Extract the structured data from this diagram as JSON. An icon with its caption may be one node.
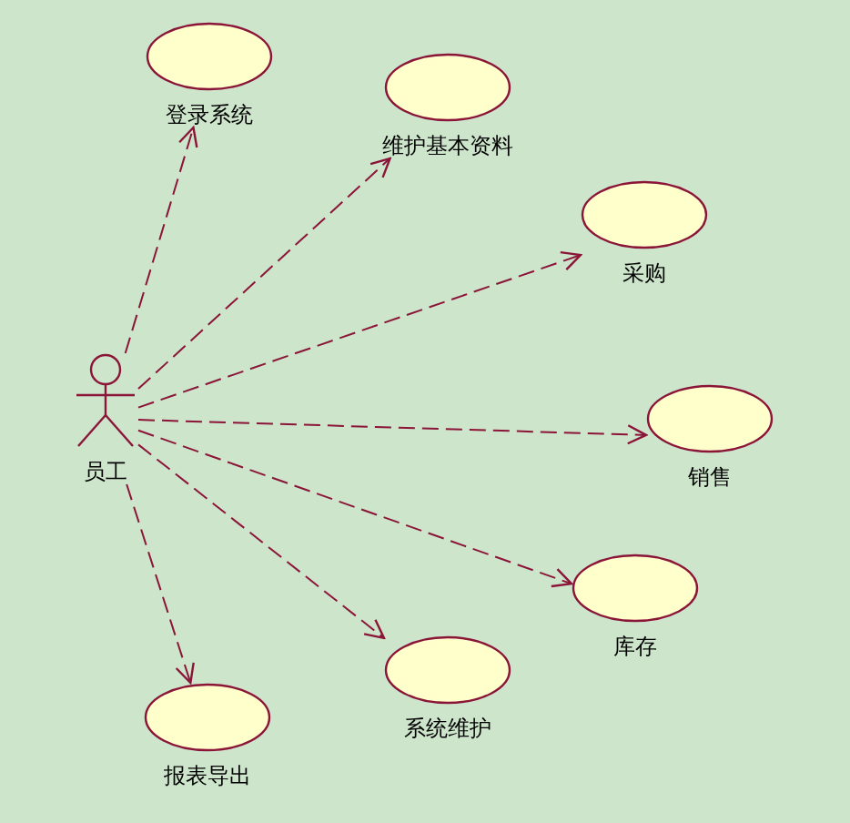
{
  "diagram": {
    "nodes": [
      {
        "text": [
          "员工"
        ]
      },
      {
        "text": [
          "登录系统"
        ]
      },
      {
        "text": [
          "维护基本资料"
        ]
      },
      {
        "text": [
          "采购"
        ]
      },
      {
        "text": [
          "销售"
        ]
      },
      {
        "text": [
          "库存"
        ]
      },
      {
        "text": [
          "系统维护"
        ]
      },
      {
        "text": [
          "报表导出"
        ]
      }
    ],
    "edges": [
      {
        "from": 0,
        "to": 1,
        "arrow": "to",
        "style": "dashed"
      },
      {
        "from": 0,
        "to": 2,
        "arrow": "to",
        "style": "dashed"
      },
      {
        "from": 0,
        "to": 3,
        "arrow": "to",
        "style": "dashed"
      },
      {
        "from": 0,
        "to": 4,
        "arrow": "to",
        "style": "dashed"
      },
      {
        "from": 0,
        "to": 5,
        "arrow": "to",
        "style": "dashed"
      },
      {
        "from": 0,
        "to": 6,
        "arrow": "to",
        "style": "dashed"
      },
      {
        "from": 0,
        "to": 7,
        "arrow": "to",
        "style": "dashed"
      }
    ]
  }
}
